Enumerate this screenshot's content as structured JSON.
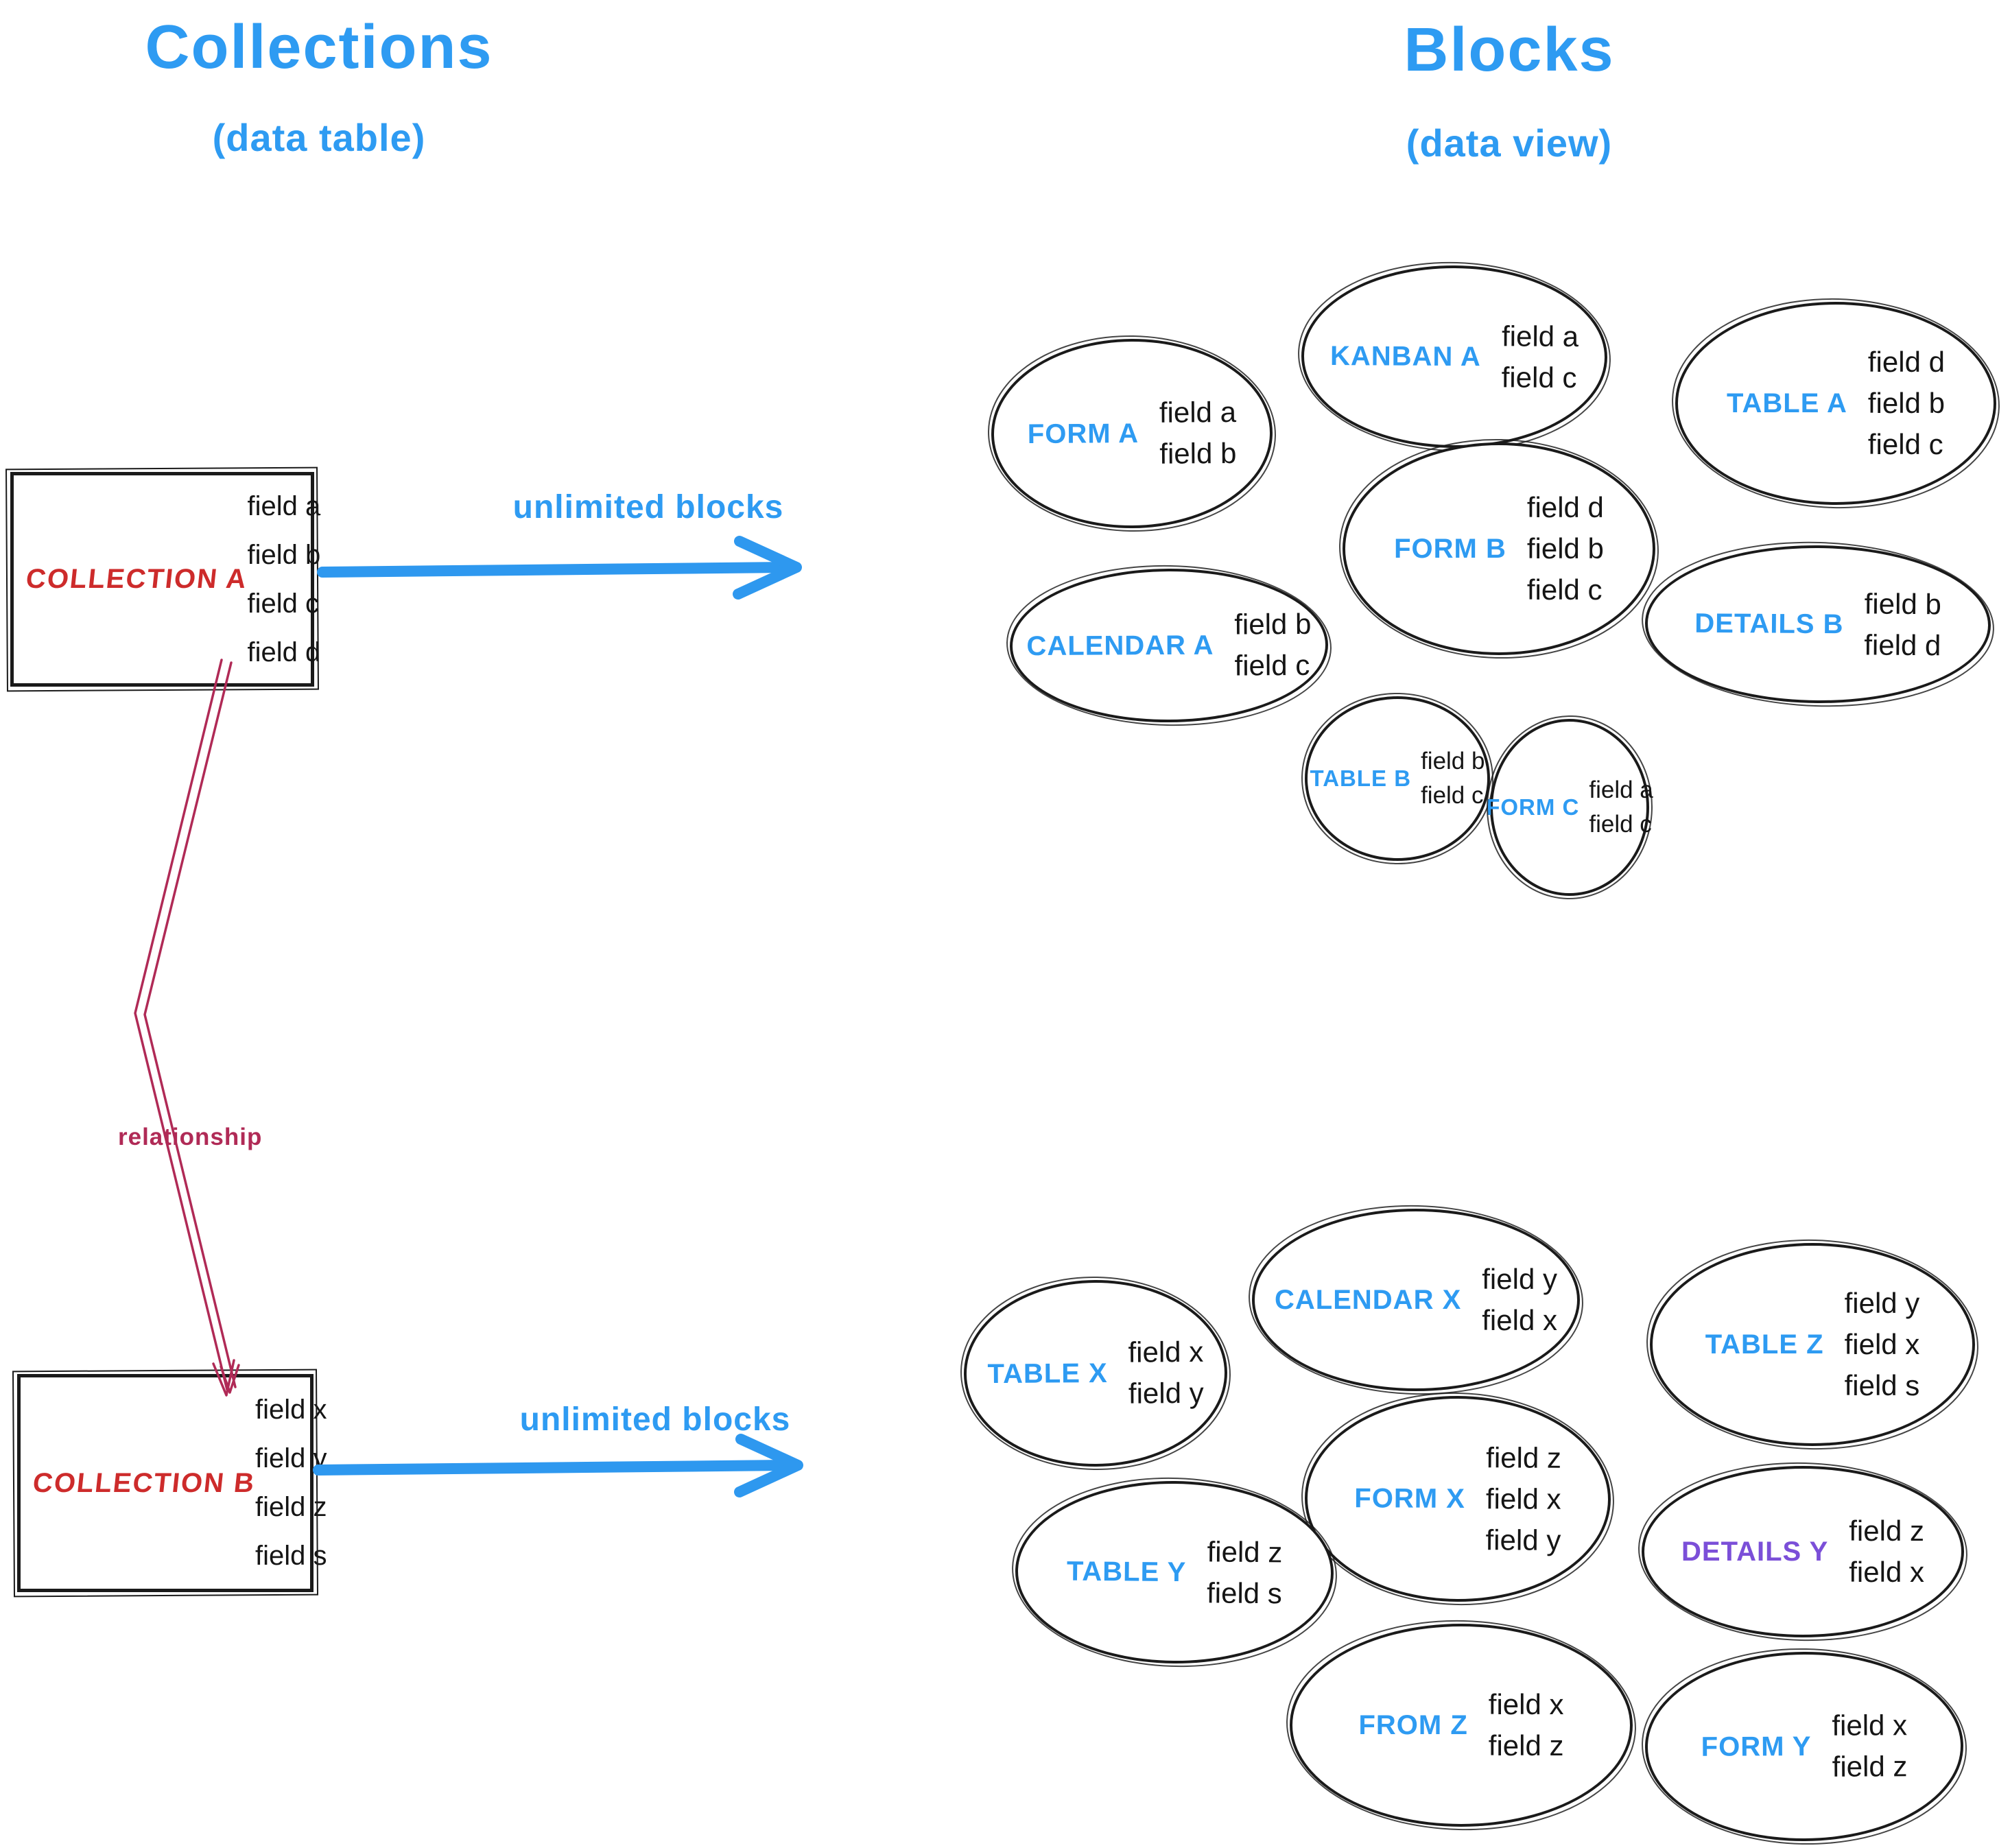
{
  "titles": {
    "left": {
      "title": "Collections",
      "subtitle": "(data table)"
    },
    "right": {
      "title": "Blocks",
      "subtitle": "(data view)"
    }
  },
  "colors": {
    "accent_blue": "#2e9bf2",
    "collection_red": "#cd2b2b",
    "relationship_crimson": "#b02a56",
    "details_y_purple": "#7b4fd8",
    "ink": "#1a1a1a"
  },
  "collections": {
    "a": {
      "name": "COLLECTION A",
      "fields": [
        "field a",
        "field b",
        "field c",
        "field d"
      ],
      "arrow_label": "unlimited blocks"
    },
    "b": {
      "name": "COLLECTION B",
      "fields": [
        "field x",
        "field y",
        "field z",
        "field s"
      ],
      "arrow_label": "unlimited blocks"
    }
  },
  "relationship": {
    "label": "relationship"
  },
  "blocks": {
    "cluster_a": [
      {
        "name": "FORM A",
        "fields": [
          "field a",
          "field b"
        ]
      },
      {
        "name": "KANBAN A",
        "fields": [
          "field a",
          "field c"
        ]
      },
      {
        "name": "TABLE A",
        "fields": [
          "field d",
          "field b",
          "field c"
        ]
      },
      {
        "name": "CALENDAR A",
        "fields": [
          "field b",
          "field c"
        ]
      },
      {
        "name": "FORM B",
        "fields": [
          "field d",
          "field b",
          "field c"
        ]
      },
      {
        "name": "DETAILS B",
        "fields": [
          "field b",
          "field d"
        ]
      },
      {
        "name": "TABLE B",
        "fields": [
          "field b",
          "field c"
        ]
      },
      {
        "name": "FORM C",
        "fields": [
          "field a",
          "field c"
        ]
      }
    ],
    "cluster_b": [
      {
        "name": "TABLE X",
        "fields": [
          "field x",
          "field y"
        ]
      },
      {
        "name": "CALENDAR X",
        "fields": [
          "field y",
          "field x"
        ]
      },
      {
        "name": "TABLE Z",
        "fields": [
          "field y",
          "field x",
          "field s"
        ]
      },
      {
        "name": "FORM X",
        "fields": [
          "field z",
          "field x",
          "field y"
        ]
      },
      {
        "name": "TABLE Y",
        "fields": [
          "field z",
          "field s"
        ]
      },
      {
        "name": "DETAILS Y",
        "fields": [
          "field z",
          "field x"
        ]
      },
      {
        "name": "FROM Z",
        "fields": [
          "field x",
          "field z"
        ]
      },
      {
        "name": "FORM Y",
        "fields": [
          "field x",
          "field z"
        ]
      }
    ]
  }
}
